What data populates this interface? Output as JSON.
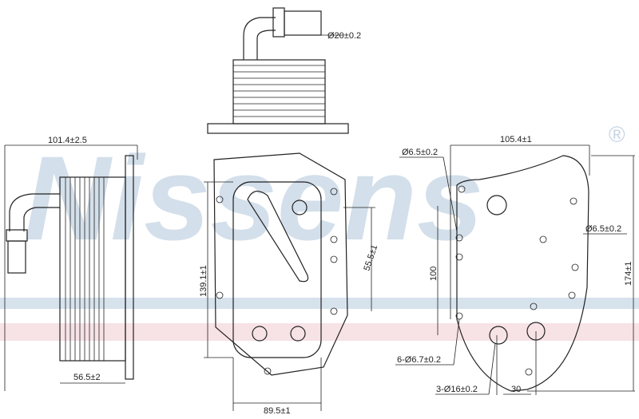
{
  "watermark": {
    "brand": "Nissens",
    "mark": "®",
    "color": "#c5d5e4",
    "band_blue": "#c5d5e4",
    "band_red": "#f3d6dc"
  },
  "dimensions": {
    "pipe_diameter": "Ø20±0.2",
    "side_depth": "101.4±2.5",
    "side_body_depth": "56.5±2",
    "front_height": "139.1±1",
    "front_diagonal": "55.5±1",
    "front_width": "89.5±1",
    "rear_hole_top": "Ø6.5±0.2",
    "rear_width": "105.4±1",
    "rear_hole_right": "Ø6.5±0.2",
    "rear_hole_spacing": "100",
    "rear_height": "174±1",
    "bolt_holes": "6-Ø6.7±0.2",
    "ports": "3-Ø16±0.2",
    "port_spacing": "30"
  }
}
